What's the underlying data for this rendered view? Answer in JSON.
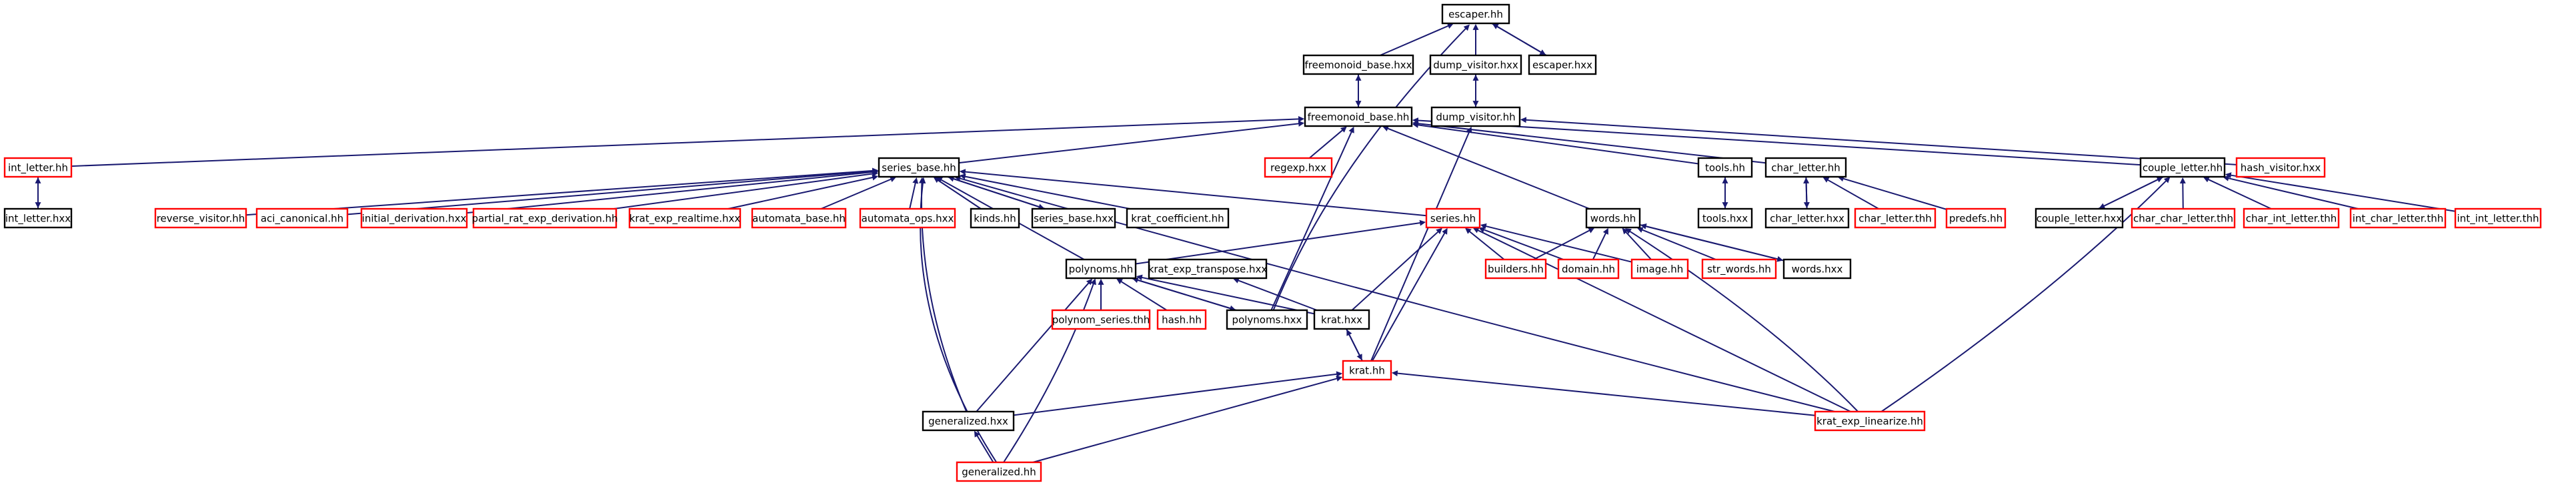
{
  "diagram": {
    "colors": {
      "root_fill": "#bfbfbf",
      "documented": "#000000",
      "undocumented": "#ff0000",
      "edge": "#191970"
    },
    "nodes": [
      {
        "id": "escaper_hh",
        "label": "escaper.hh",
        "kind": "root"
      },
      {
        "id": "freemonoid_base_hxx",
        "label": "freemonoid_base.hxx",
        "kind": "documented"
      },
      {
        "id": "dump_visitor_hxx",
        "label": "dump_visitor.hxx",
        "kind": "documented"
      },
      {
        "id": "escaper_hxx",
        "label": "escaper.hxx",
        "kind": "documented"
      },
      {
        "id": "freemonoid_base_hh",
        "label": "freemonoid_base.hh",
        "kind": "documented"
      },
      {
        "id": "dump_visitor_hh",
        "label": "dump_visitor.hh",
        "kind": "documented"
      },
      {
        "id": "int_letter_hh",
        "label": "int_letter.hh",
        "kind": "undocumented"
      },
      {
        "id": "series_base_hh",
        "label": "series_base.hh",
        "kind": "documented"
      },
      {
        "id": "regexp_hxx",
        "label": "regexp.hxx",
        "kind": "undocumented"
      },
      {
        "id": "tools_hh",
        "label": "tools.hh",
        "kind": "documented"
      },
      {
        "id": "char_letter_hh",
        "label": "char_letter.hh",
        "kind": "documented"
      },
      {
        "id": "couple_letter_hh",
        "label": "couple_letter.hh",
        "kind": "documented"
      },
      {
        "id": "hash_visitor_hxx",
        "label": "hash_visitor.hxx",
        "kind": "undocumented"
      },
      {
        "id": "int_letter_hxx",
        "label": "int_letter.hxx",
        "kind": "documented"
      },
      {
        "id": "reverse_visitor_hh",
        "label": "reverse_visitor.hh",
        "kind": "undocumented"
      },
      {
        "id": "aci_canonical_hh",
        "label": "aci_canonical.hh",
        "kind": "undocumented"
      },
      {
        "id": "initial_derivation_hxx",
        "label": "initial_derivation.hxx",
        "kind": "undocumented"
      },
      {
        "id": "partial_rat_exp_derivation_hh",
        "label": "partial_rat_exp_derivation.hh",
        "kind": "undocumented"
      },
      {
        "id": "krat_exp_realtime_hxx",
        "label": "krat_exp_realtime.hxx",
        "kind": "undocumented"
      },
      {
        "id": "automata_base_hh",
        "label": "automata_base.hh",
        "kind": "undocumented"
      },
      {
        "id": "automata_ops_hxx",
        "label": "automata_ops.hxx",
        "kind": "undocumented"
      },
      {
        "id": "kinds_hh",
        "label": "kinds.hh",
        "kind": "documented"
      },
      {
        "id": "series_base_hxx",
        "label": "series_base.hxx",
        "kind": "documented"
      },
      {
        "id": "krat_coefficient_hh",
        "label": "krat_coefficient.hh",
        "kind": "documented"
      },
      {
        "id": "series_hh",
        "label": "series.hh",
        "kind": "undocumented"
      },
      {
        "id": "words_hh",
        "label": "words.hh",
        "kind": "documented"
      },
      {
        "id": "tools_hxx",
        "label": "tools.hxx",
        "kind": "documented"
      },
      {
        "id": "char_letter_hxx",
        "label": "char_letter.hxx",
        "kind": "documented"
      },
      {
        "id": "char_letter_thh",
        "label": "char_letter.thh",
        "kind": "undocumented"
      },
      {
        "id": "predefs_hh",
        "label": "predefs.hh",
        "kind": "undocumented"
      },
      {
        "id": "couple_letter_hxx",
        "label": "couple_letter.hxx",
        "kind": "documented"
      },
      {
        "id": "char_char_letter_thh",
        "label": "char_char_letter.thh",
        "kind": "undocumented"
      },
      {
        "id": "char_int_letter_thh",
        "label": "char_int_letter.thh",
        "kind": "undocumented"
      },
      {
        "id": "int_char_letter_thh",
        "label": "int_char_letter.thh",
        "kind": "undocumented"
      },
      {
        "id": "int_int_letter_thh",
        "label": "int_int_letter.thh",
        "kind": "undocumented"
      },
      {
        "id": "polynoms_hh",
        "label": "polynoms.hh",
        "kind": "documented"
      },
      {
        "id": "krat_exp_transpose_hxx",
        "label": "krat_exp_transpose.hxx",
        "kind": "documented"
      },
      {
        "id": "builders_hh",
        "label": "builders.hh",
        "kind": "undocumented"
      },
      {
        "id": "domain_hh",
        "label": "domain.hh",
        "kind": "undocumented"
      },
      {
        "id": "image_hh",
        "label": "image.hh",
        "kind": "undocumented"
      },
      {
        "id": "str_words_hh",
        "label": "str_words.hh",
        "kind": "undocumented"
      },
      {
        "id": "words_hxx",
        "label": "words.hxx",
        "kind": "documented"
      },
      {
        "id": "polynom_series_thh",
        "label": "polynom_series.thh",
        "kind": "undocumented"
      },
      {
        "id": "hash_hh",
        "label": "hash.hh",
        "kind": "undocumented"
      },
      {
        "id": "polynoms_hxx",
        "label": "polynoms.hxx",
        "kind": "documented"
      },
      {
        "id": "krat_hxx",
        "label": "krat.hxx",
        "kind": "documented"
      },
      {
        "id": "krat_hh",
        "label": "krat.hh",
        "kind": "undocumented"
      },
      {
        "id": "generalized_hxx",
        "label": "generalized.hxx",
        "kind": "documented"
      },
      {
        "id": "krat_exp_linearize_hh",
        "label": "krat_exp_linearize.hh",
        "kind": "undocumented"
      },
      {
        "id": "generalized_hh",
        "label": "generalized.hh",
        "kind": "undocumented"
      }
    ]
  }
}
